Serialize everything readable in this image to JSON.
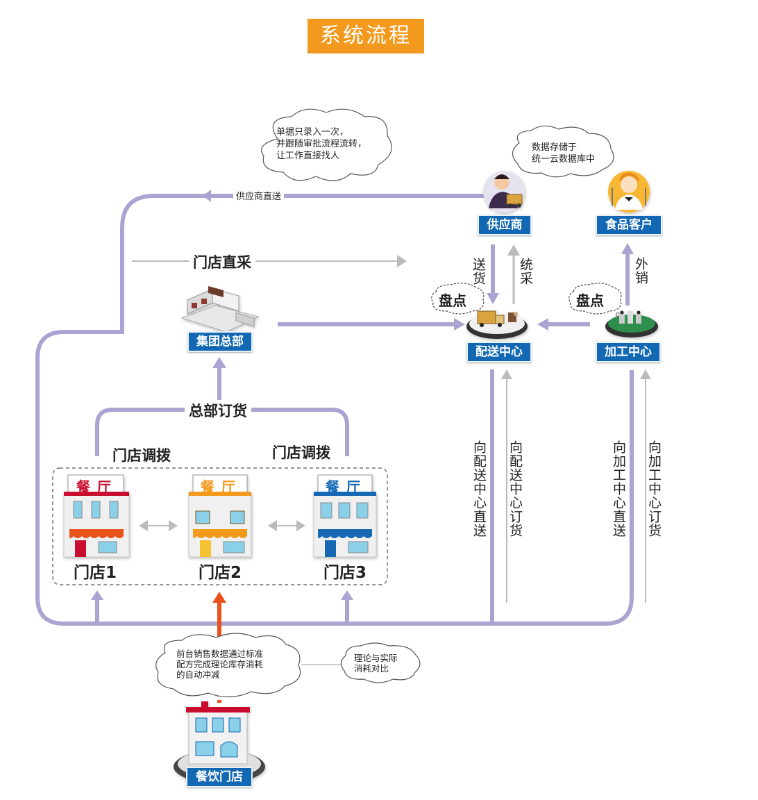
{
  "title": "系统流程",
  "bubbles": {
    "single_entry": [
      "单据只录入一次，",
      "并跟随审批流程流转，",
      "让工作直接找人"
    ],
    "cloud_db": [
      "数据存储于",
      "统一云数据库中"
    ],
    "sales_deduct": [
      "前台销售数据通过标准",
      "配方完成理论库存消耗",
      "的自动冲减"
    ],
    "compare": [
      "理论与实际",
      "消耗对比"
    ]
  },
  "nodes": {
    "supplier": "供应商",
    "food_customer": "食品客户",
    "hq": "集团总部",
    "distribution": "配送中心",
    "processing": "加工中心",
    "restaurant": "餐饮门店"
  },
  "labels": {
    "supplier_direct": "供应商直送",
    "store_direct_purchase": "门店直采",
    "hq_order": "总部订货",
    "store_transfer_left": "门店调拨",
    "store_transfer_right": "门店调拨",
    "deliver": "送货",
    "central_purchase": "统采",
    "external_sale": "外销",
    "stocktake_1": "盘点",
    "stocktake_2": "盘点",
    "to_dc_direct": "向配送中心直送",
    "to_dc_order": "向配送中心订货",
    "to_pc_direct": "向加工中心直送",
    "to_pc_order": "向加工中心订货"
  },
  "stores": [
    {
      "name": "门店1",
      "sign": "餐厅",
      "sign_color": "#c8102e"
    },
    {
      "name": "门店2",
      "sign": "餐厅",
      "sign_color": "#f39a1e"
    },
    {
      "name": "门店3",
      "sign": "餐厅",
      "sign_color": "#1268b3"
    }
  ],
  "colors": {
    "flow_line": "#aba3d1",
    "gray_arrow": "#bbbbbb",
    "order_line": "#e8521c",
    "badge": "#1268b3",
    "title_bg": "#f39a1e"
  }
}
